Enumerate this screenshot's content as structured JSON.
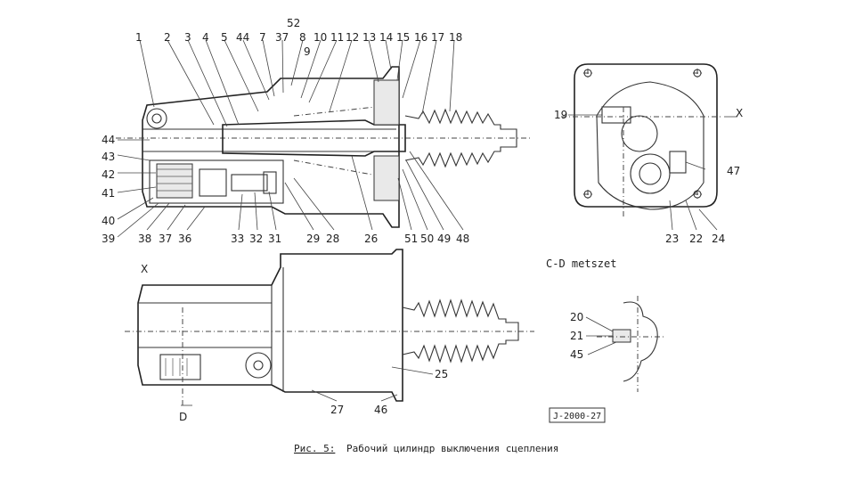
{
  "top_callouts": [
    "1",
    "2",
    "3",
    "4",
    "5",
    "44",
    "7",
    "37",
    "52",
    "8",
    "9",
    "10",
    "11",
    "12",
    "13",
    "14",
    "15",
    "16",
    "17",
    "18"
  ],
  "left_callouts": [
    "44",
    "43",
    "42",
    "41",
    "40",
    "39"
  ],
  "bottom_callouts": [
    "38",
    "37",
    "36",
    "33",
    "32",
    "31",
    "29",
    "28",
    "26",
    "51",
    "50",
    "49",
    "48"
  ],
  "section_view": {
    "callouts": [
      "19",
      "47",
      "23",
      "22",
      "24"
    ],
    "x_mark": "X",
    "caption": "C-D metszet"
  },
  "lower_view": {
    "x_mark": "X",
    "d_mark": "D",
    "callouts": [
      "25",
      "27",
      "46"
    ]
  },
  "detail_view": {
    "callouts": [
      "20",
      "21",
      "45"
    ]
  },
  "ref_box": "J-2000-27",
  "figure_caption": {
    "prefix": "Рис. 5:",
    "text": "Рабочий цилиндр выключения сцепления"
  }
}
